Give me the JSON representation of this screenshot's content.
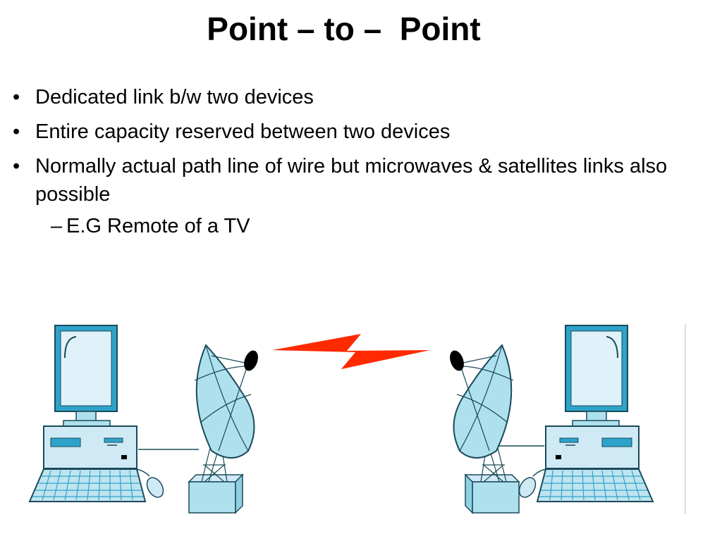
{
  "slide": {
    "title": "Point – to –  Point",
    "bullets": [
      {
        "text": "Dedicated link b/w two devices"
      },
      {
        "text": "Entire capacity reserved between two devices"
      },
      {
        "text": "Normally actual path line of wire but microwaves & satellites links also possible",
        "sub": {
          "text": "E.G Remote of a TV"
        }
      }
    ],
    "bullet_glyph": "•",
    "sub_glyph": "–"
  },
  "colors": {
    "screen": "#cfe9f5",
    "monitor_frame": "#2ea3c9",
    "dish": "#aee0ee",
    "lightning": "#ff2a00",
    "outline": "#1a4a5a"
  },
  "diagram": {
    "left_station": {
      "icons": [
        "computer-icon",
        "satellite-dish-icon"
      ]
    },
    "right_station": {
      "icons": [
        "satellite-dish-icon",
        "computer-icon"
      ]
    },
    "link_icon": "lightning-bolt-icon"
  }
}
